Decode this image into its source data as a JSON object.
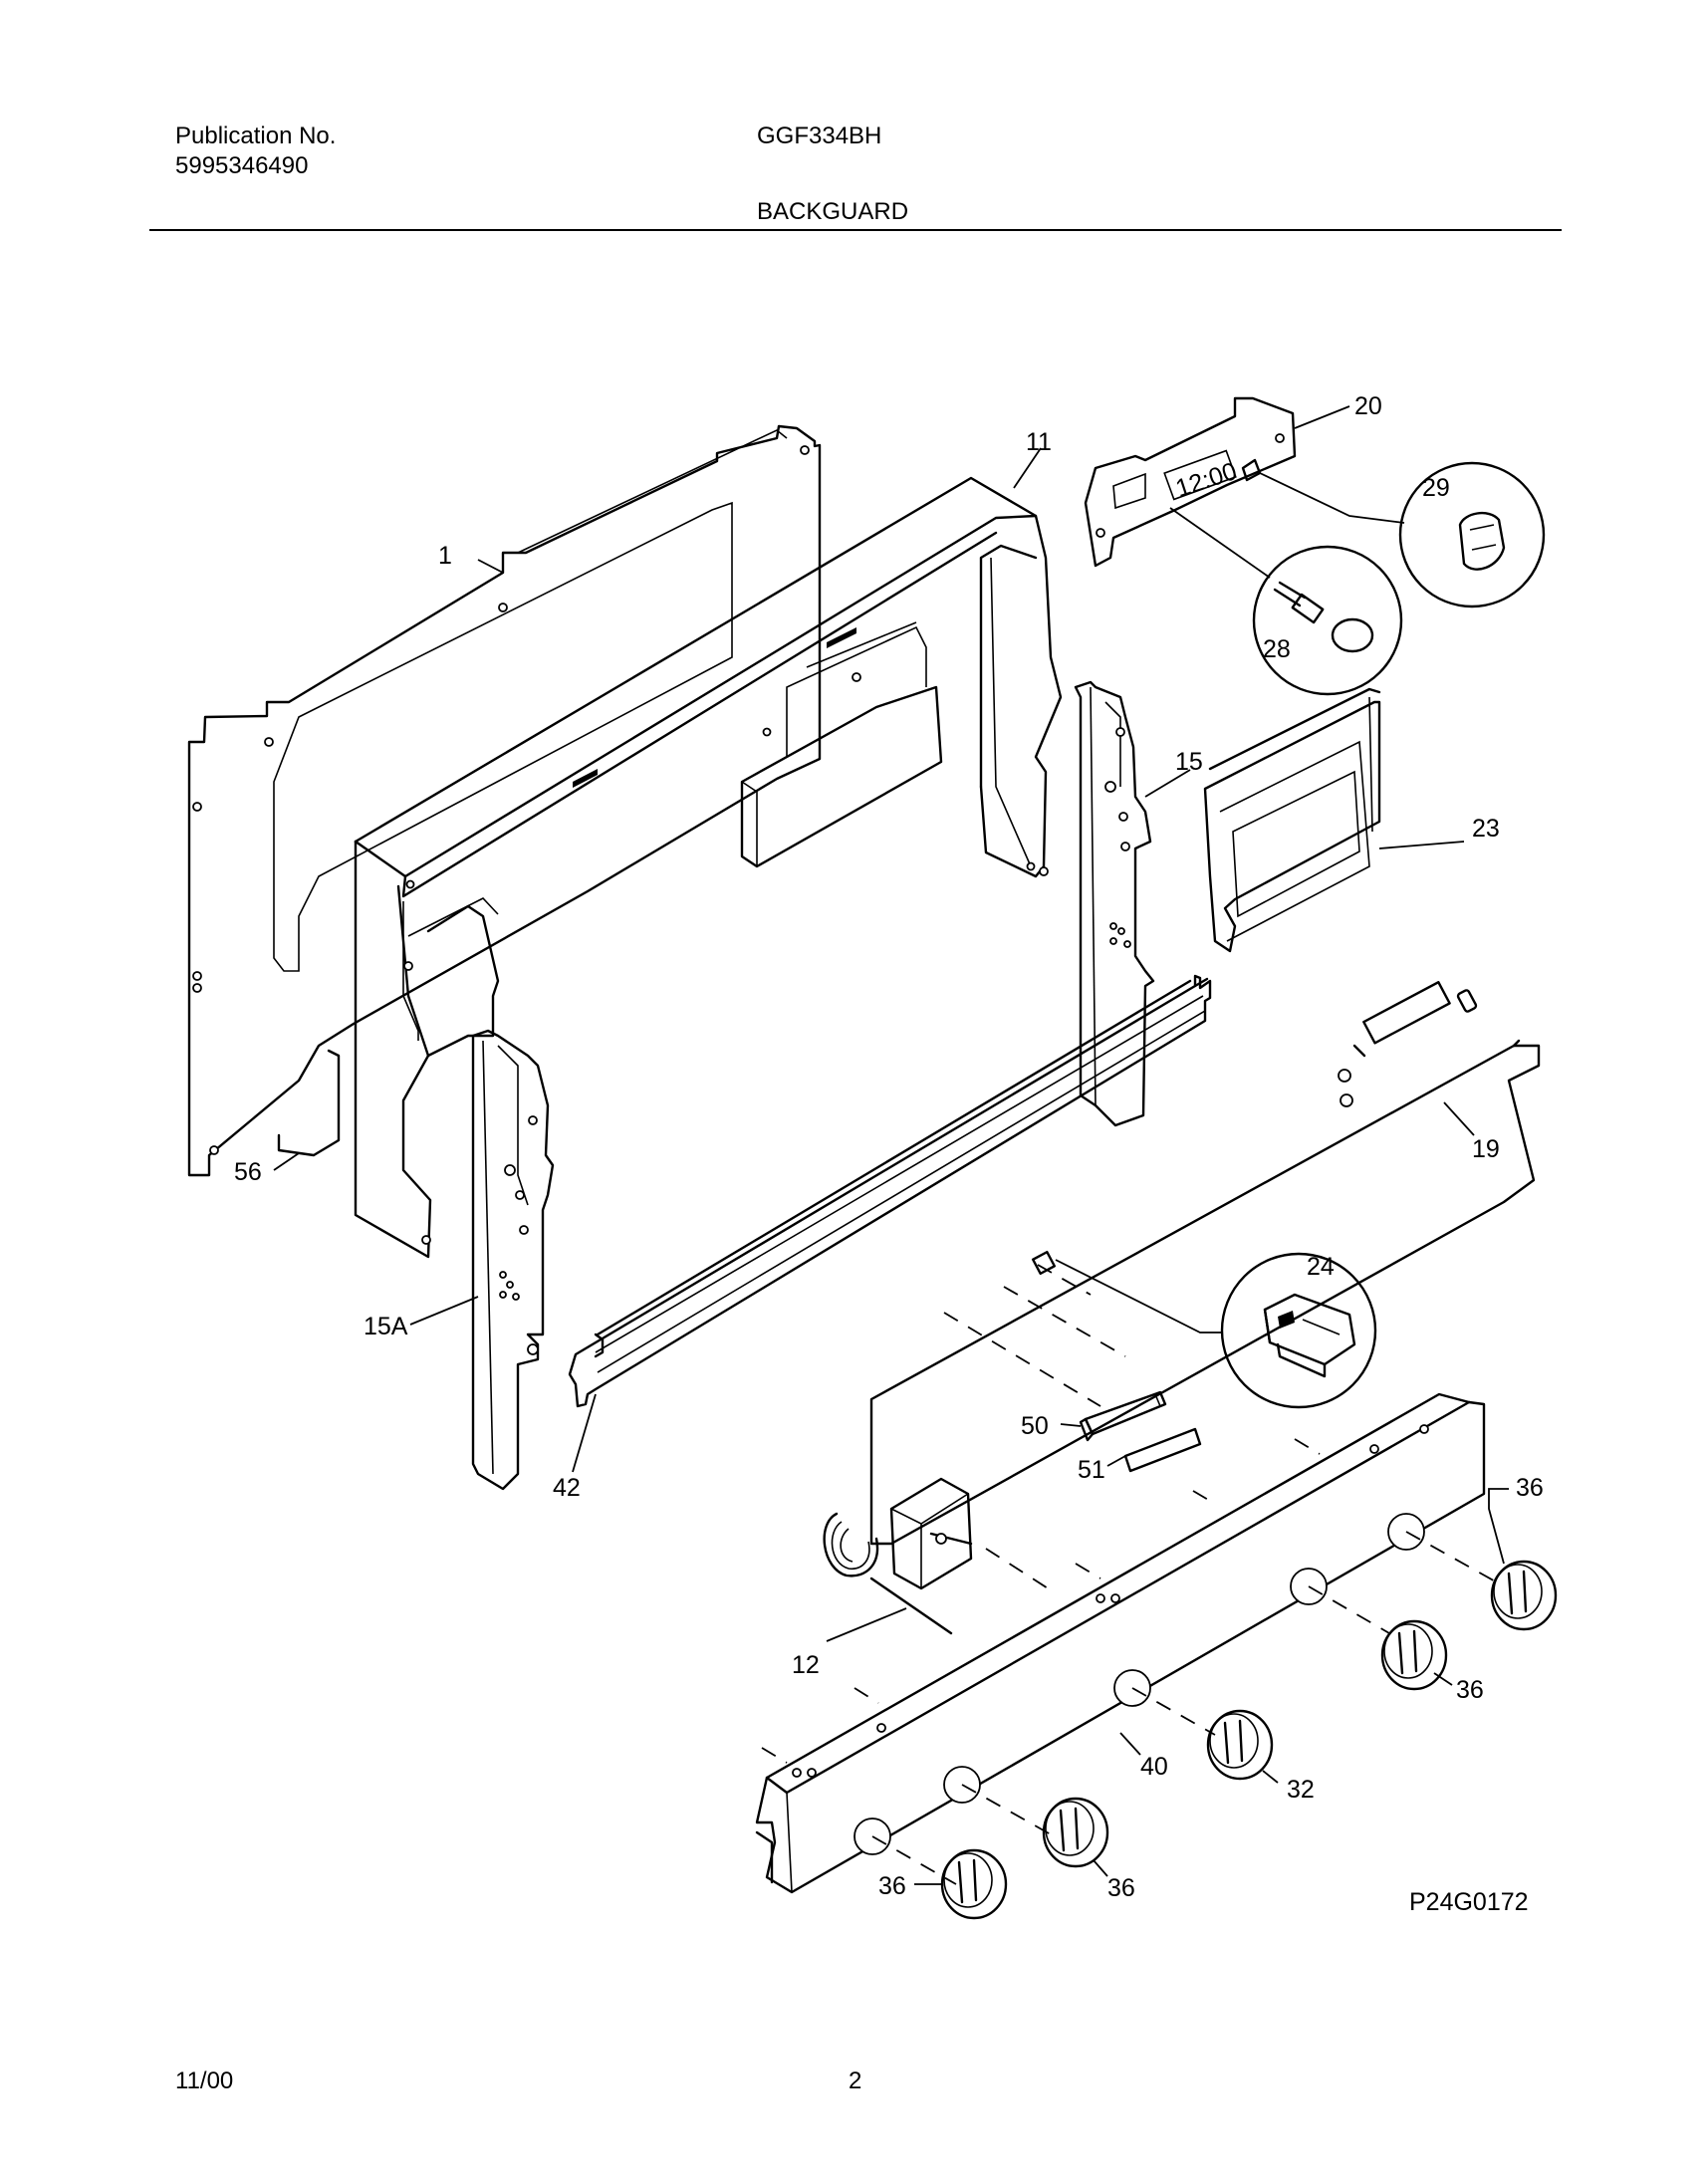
{
  "header": {
    "publication_label": "Publication No.",
    "publication_number": "5995346490",
    "model": "GGF334BH",
    "section_title": "BACKGUARD"
  },
  "diagram": {
    "callouts": {
      "c1": "1",
      "c11": "11",
      "c20": "20",
      "c29": "29",
      "c28": "28",
      "c15": "15",
      "c23": "23",
      "c19": "19",
      "c56": "56",
      "c15a": "15A",
      "c24": "24",
      "c42": "42",
      "c50": "50",
      "c51": "51",
      "c12": "12",
      "c36_top": "36",
      "c36_mid": "36",
      "c40": "40",
      "c32": "32",
      "c36_btm_r": "36",
      "c36_btm_l": "36"
    },
    "clock_readout": "12:00",
    "figure_code": "P24G0172"
  },
  "footer": {
    "date": "11/00",
    "page": "2"
  }
}
